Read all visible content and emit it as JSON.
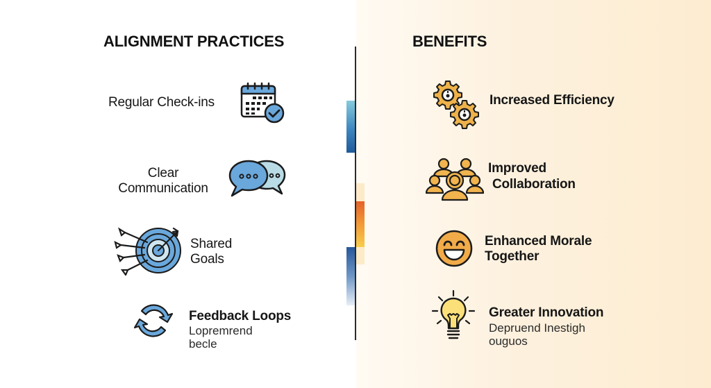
{
  "left": {
    "heading": "ALIGNMENT PRACTICES",
    "items": [
      {
        "label": "Regular Check-ins",
        "icon": "calendar-check-icon"
      },
      {
        "label_line1": "Clear",
        "label_line2": "Communication",
        "icon": "chat-bubbles-icon"
      },
      {
        "label_line1": "Shared",
        "label_line2": "Goals",
        "icon": "target-arrows-icon"
      },
      {
        "label": "Feedback Loops",
        "sub_line1": "Lopremrend",
        "sub_line2": "becle",
        "icon": "refresh-cycle-icon"
      }
    ]
  },
  "right": {
    "heading": "BENEFITS",
    "items": [
      {
        "label": "Increased Efficiency",
        "icon": "gears-icon"
      },
      {
        "label_line1": "Improved",
        "label_line2": "Collaboration",
        "icon": "team-people-icon"
      },
      {
        "label_line1": "Enhanced Morale",
        "label_line2": "Together",
        "icon": "smiley-face-icon"
      },
      {
        "label": "Greater Innovation",
        "sub_line1": "Depruend Inestigh",
        "sub_line2": "ouguos",
        "icon": "lightbulb-icon"
      }
    ]
  },
  "colors": {
    "blue_accent": "#5b9bd5",
    "blue_dark": "#1f5a9c",
    "orange_accent": "#f0b44c",
    "orange_dark": "#e4612b",
    "cream_bg": "#fdecd0"
  }
}
